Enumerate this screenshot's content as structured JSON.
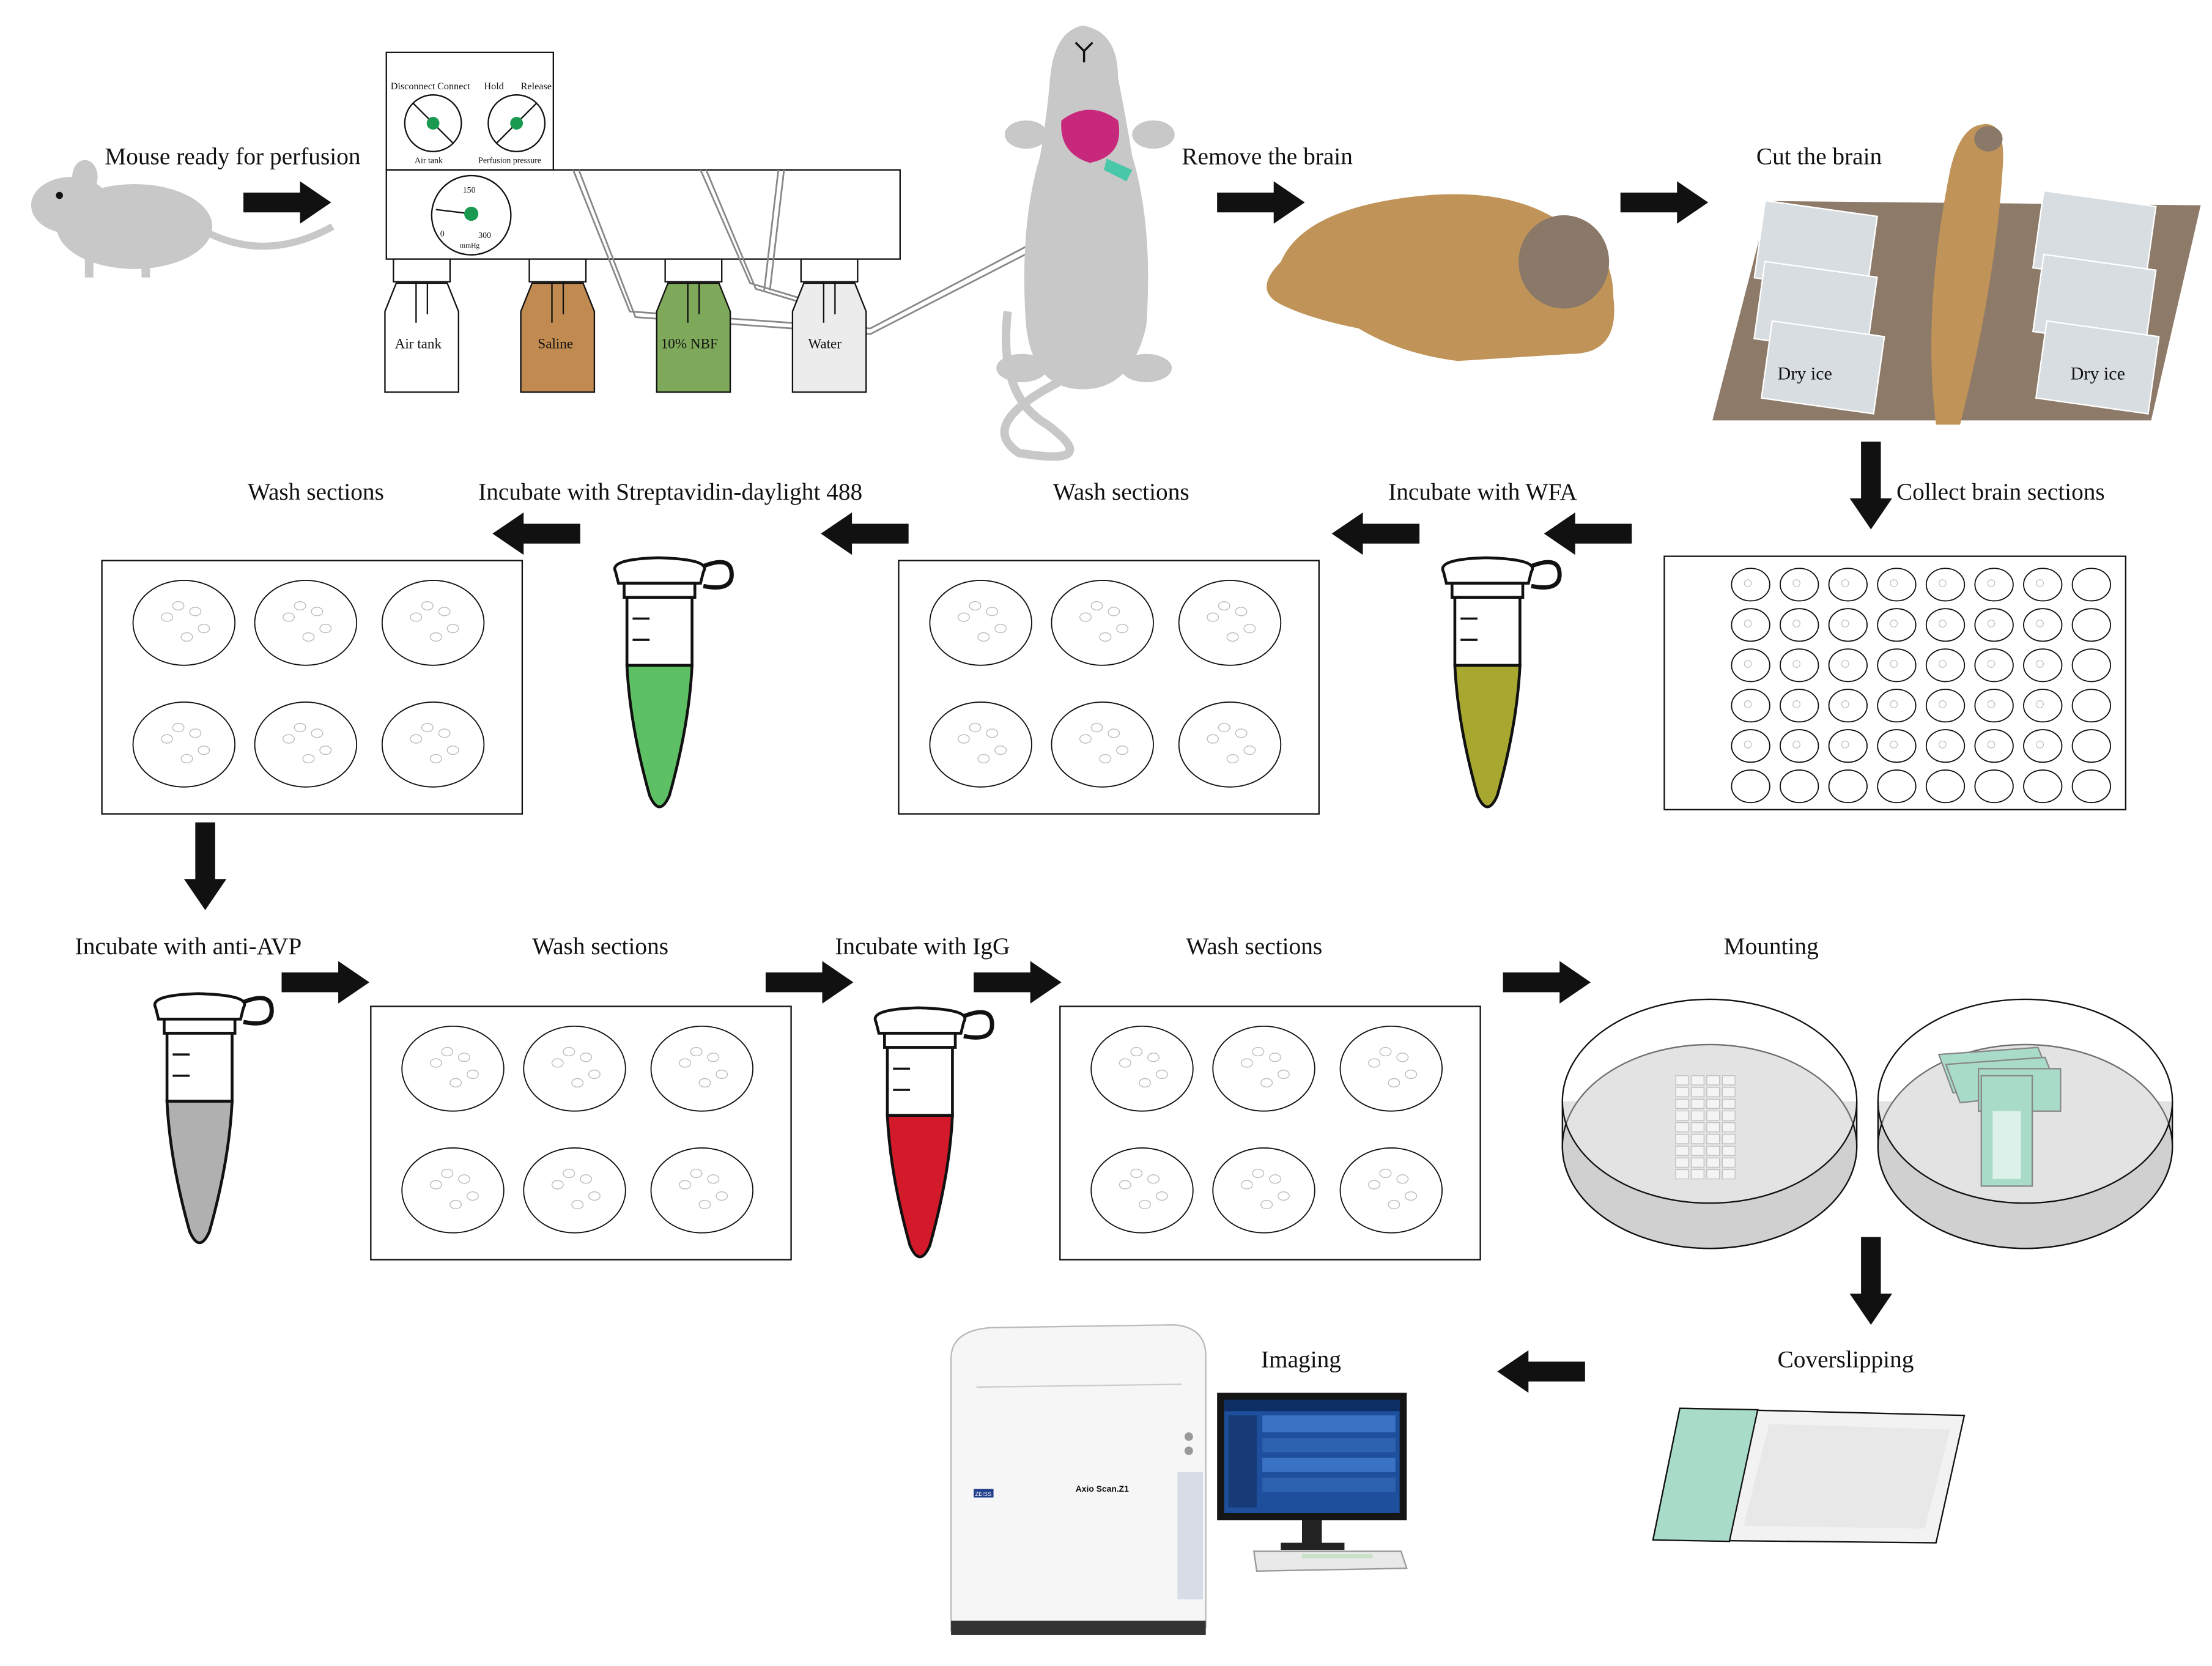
{
  "colors": {
    "mouse": "#c8c8c8",
    "brain": "#c09458",
    "cerebellum": "#8a7868",
    "heart": "#c8287c",
    "needle": "#48c8a8",
    "saline": "#c08a50",
    "nbf": "#7ea85a",
    "water": "#ececec",
    "gauge_dot": "#1a9a50",
    "board": "#8e7a68",
    "wfa_liquid": "#a8a830",
    "streptavidin_liquid": "#5ec065",
    "avp_liquid": "#b0b0b0",
    "igg_liquid": "#d21a2a",
    "dish": "#d0d0d0",
    "coverslip": "#a8dcc8",
    "arrow": "#111111"
  },
  "icons": {
    "mouse": "mouse-icon",
    "perfusion": "perfusion-apparatus-icon",
    "rat": "rat-perfusion-icon",
    "brain": "brain-icon",
    "cutting": "brain-cutting-board-icon",
    "plate48": "48-well-plate-icon",
    "plate6": "6-well-plate-icon",
    "tube": "microcentrifuge-tube-icon",
    "dish": "petri-dish-icon",
    "slide": "slide-icon",
    "scanner": "slide-scanner-icon",
    "monitor": "computer-monitor-icon",
    "arrow": "arrow-icon"
  },
  "apparatus": {
    "disconnect": "Disconnect",
    "connect": "Connect",
    "hold": "Hold",
    "release": "Release",
    "air_tank_gauge": "Air tank",
    "perfusion_pressure": "Perfusion pressure",
    "scale_150": "150",
    "scale_0": "0",
    "scale_300": "300",
    "unit": "mmHg",
    "bottles": [
      "Air tank",
      "Saline",
      "10% NBF",
      "Water"
    ]
  },
  "steps": {
    "mouse_ready": "Mouse ready for perfusion",
    "remove_brain": "Remove the brain",
    "cut_brain": "Cut the brain",
    "dry_ice_left": "Dry ice",
    "dry_ice_right": "Dry ice",
    "collect": "Collect brain sections",
    "wfa": "Incubate with WFA",
    "wash_1": "Wash sections",
    "streptavidin": "Incubate with Streptavidin-daylight 488",
    "wash_2": "Wash sections",
    "anti_avp": "Incubate with anti-AVP",
    "wash_3": "Wash sections",
    "igg": "Incubate with IgG",
    "wash_4": "Wash sections",
    "mounting": "Mounting",
    "coverslipping": "Coverslipping",
    "imaging": "Imaging",
    "scanner_model": "Axio Scan.Z1",
    "scanner_brand": "ZEISS"
  }
}
